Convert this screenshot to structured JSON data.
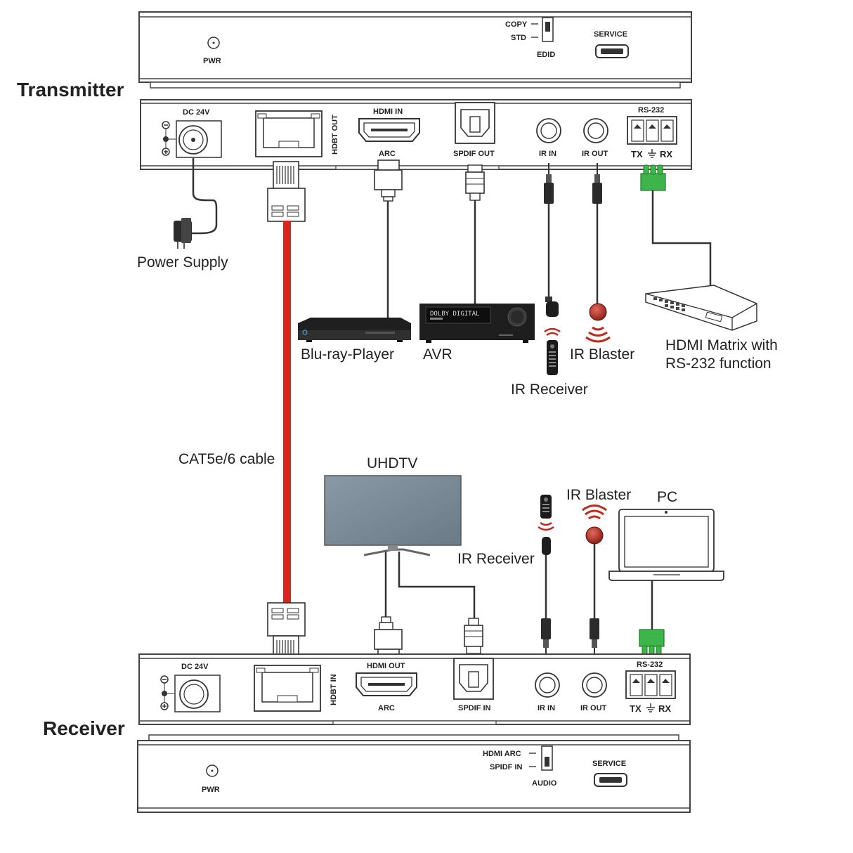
{
  "titles": {
    "transmitter": "Transmitter",
    "receiver": "Receiver"
  },
  "tx_front": {
    "pwr": "PWR",
    "copy": "COPY",
    "std": "STD",
    "edid": "EDID",
    "service": "SERVICE"
  },
  "tx_rear": {
    "dc": "DC 24V",
    "hdbt_out": "HDBT OUT",
    "hdmi_in": "HDMI IN",
    "arc": "ARC",
    "spdif_out": "SPDIF OUT",
    "ir_in": "IR IN",
    "ir_out": "IR OUT",
    "rs232": "RS-232",
    "tx": "TX",
    "rx": "RX"
  },
  "rx_rear": {
    "dc": "DC 24V",
    "hdbt_in": "HDBT IN",
    "hdmi_out": "HDMI OUT",
    "arc": "ARC",
    "spdif_in": "SPDIF IN",
    "ir_in": "IR IN",
    "ir_out": "IR OUT",
    "rs232": "RS-232",
    "tx": "TX",
    "rx": "RX"
  },
  "rx_front": {
    "pwr": "PWR",
    "hdmi_arc": "HDMI ARC",
    "spdif_in": "SPIDF IN",
    "audio": "AUDIO",
    "service": "SERVICE"
  },
  "devices": {
    "power_supply": "Power Supply",
    "bluray": "Blu-ray-Player",
    "avr": "AVR",
    "avr_display": "DOLBY DIGITAL",
    "ir_receiver_top": "IR Receiver",
    "ir_blaster_top": "IR Blaster",
    "matrix_line1": "HDMI Matrix with",
    "matrix_line2": "RS-232 function",
    "cat_cable": "CAT5e/6 cable",
    "uhdtv": "UHDTV",
    "ir_receiver_bottom": "IR Receiver",
    "ir_blaster_bottom": "IR Blaster",
    "pc": "PC"
  },
  "colors": {
    "cat_cable": "#d9251c",
    "terminal_green": "#3db54a",
    "ir_red": "#c0281e",
    "tv_screen": "#7d8c99"
  }
}
